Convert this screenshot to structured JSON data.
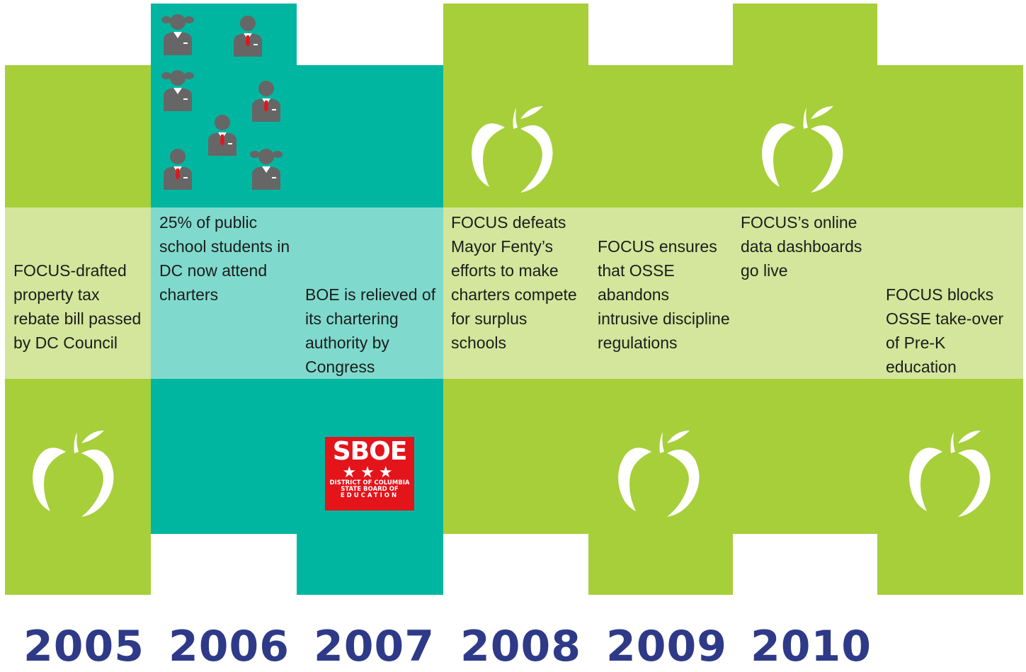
{
  "colors": {
    "green": "#a6cf39",
    "teal": "#00b6a1",
    "light_green_band": "#d3e69b",
    "light_teal_band": "#7fdacd",
    "year_color": "#2e3a87"
  },
  "timeline": [
    {
      "text": "FOCUS-drafted property tax rebate bill passed by DC Council"
    },
    {
      "text": "25% of public school students in DC now attend charters"
    },
    {
      "text": "BOE is relieved of its chartering authority by Congress"
    },
    {
      "text": "FOCUS defeats Mayor Fenty’s efforts to make charters compete for surplus schools"
    },
    {
      "text": "FOCUS ensures that OSSE abandons intrusive discipline regulations"
    },
    {
      "text": "FOCUS’s online data dashboards go live"
    },
    {
      "text": "FOCUS blocks OSSE take-over of Pre-K education"
    }
  ],
  "years": [
    "2005",
    "2006",
    "2007",
    "2008",
    "2009",
    "2010"
  ],
  "sboe_logo": {
    "title": "SBOE",
    "stars": "★★★",
    "line1": "DISTRICT OF COLUMBIA",
    "line2": "STATE BOARD OF",
    "line3": "EDUCATION"
  },
  "icons": {
    "apple": "apple-icon",
    "student_girl": "student-girl-icon",
    "student_boy": "student-boy-icon"
  }
}
